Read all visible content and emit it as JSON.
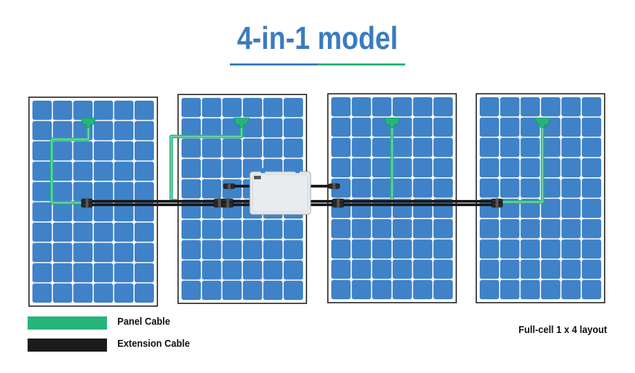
{
  "title": "4-in-1 model",
  "colors": {
    "title": "#3b7bc0",
    "panel_cell": "#3f82c8",
    "panel_frame": "#1a1a1a",
    "panel_cable": "#25b57a",
    "extension_cable": "#1b1b1b",
    "microinverter": "#e9ecef"
  },
  "panels": [
    {
      "name": "panel-1"
    },
    {
      "name": "panel-2"
    },
    {
      "name": "panel-3"
    },
    {
      "name": "panel-4"
    }
  ],
  "components": {
    "microinverter": "microinverter",
    "junction_box_icon": "junction-box-icon",
    "connector_icon": "mc4-connector-icon"
  },
  "legend": [
    {
      "label": "Panel Cable",
      "color": "#25b57a"
    },
    {
      "label": "Extension Cable",
      "color": "#1b1b1b"
    }
  ],
  "caption": "Full-cell 1 x 4 layout"
}
